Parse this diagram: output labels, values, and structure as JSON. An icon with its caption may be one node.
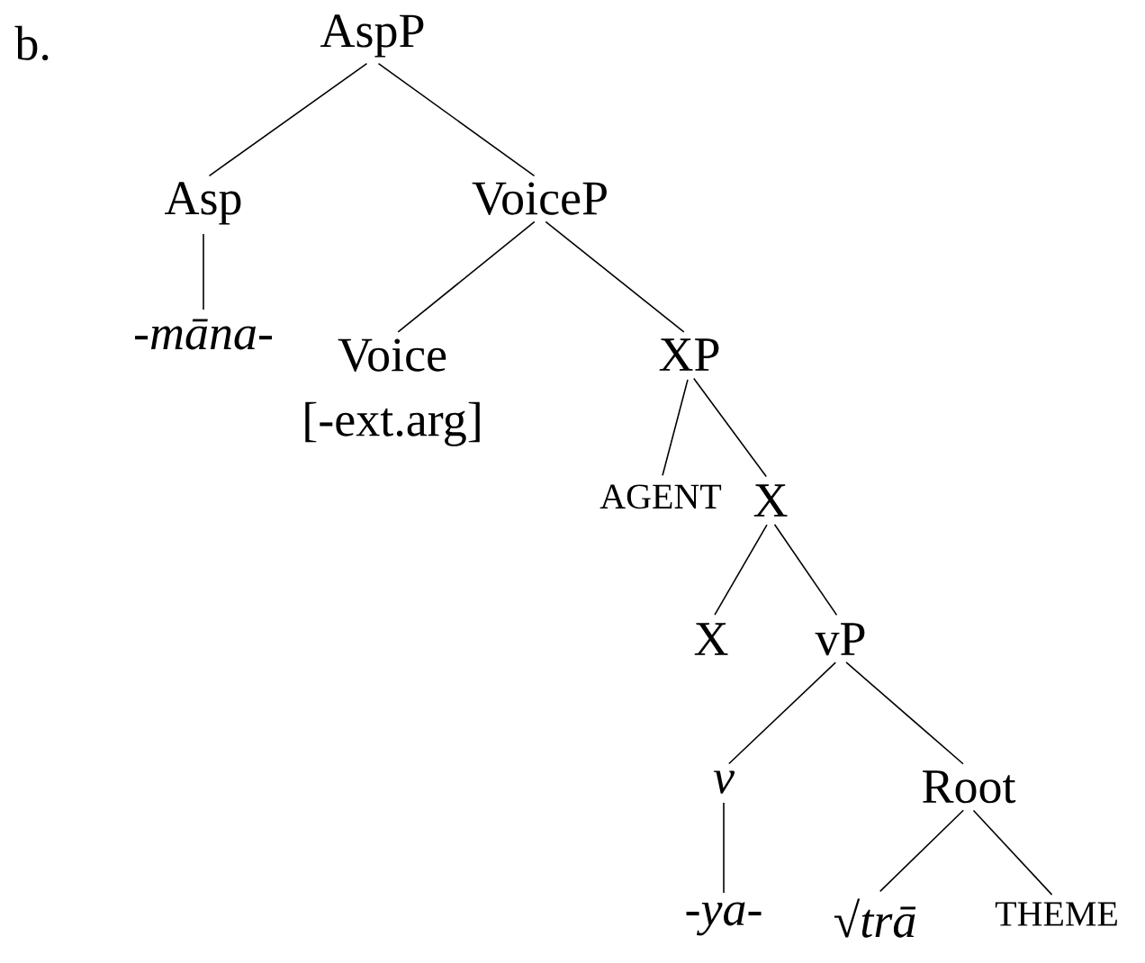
{
  "diagram": {
    "nodes": [
      {
        "text": [
          "AspP"
        ]
      },
      {
        "text": [
          "Asp"
        ]
      },
      {
        "text": [
          "VoiceP"
        ]
      },
      {
        "text": [
          "-māna-"
        ]
      },
      {
        "text": [
          "Voice",
          "[-ext.arg]"
        ]
      },
      {
        "text": [
          "XP"
        ]
      },
      {
        "text": [
          "AGENT"
        ]
      },
      {
        "text": [
          "X"
        ]
      },
      {
        "text": [
          "X"
        ]
      },
      {
        "text": [
          "vP"
        ]
      },
      {
        "text": [
          "v"
        ]
      },
      {
        "text": [
          "Root"
        ]
      },
      {
        "text": [
          "-ya-"
        ]
      },
      {
        "text": [
          "√*trā*"
        ]
      },
      {
        "text": [
          "THEME"
        ]
      }
    ],
    "edges": [
      {
        "from": 0,
        "to": 1,
        "arrow": "none"
      },
      {
        "from": 0,
        "to": 2,
        "arrow": "none"
      },
      {
        "from": 1,
        "to": 3,
        "arrow": "none"
      },
      {
        "from": 2,
        "to": 4,
        "arrow": "none"
      },
      {
        "from": 2,
        "to": 5,
        "arrow": "none"
      },
      {
        "from": 5,
        "to": 6,
        "arrow": "none"
      },
      {
        "from": 5,
        "to": 7,
        "arrow": "none"
      },
      {
        "from": 7,
        "to": 8,
        "arrow": "none"
      },
      {
        "from": 7,
        "to": 9,
        "arrow": "none"
      },
      {
        "from": 9,
        "to": 10,
        "arrow": "none"
      },
      {
        "from": 9,
        "to": 11,
        "arrow": "none"
      },
      {
        "from": 10,
        "to": 12,
        "arrow": "none"
      },
      {
        "from": 11,
        "to": 13,
        "arrow": "none"
      },
      {
        "from": 11,
        "to": 14,
        "arrow": "none"
      }
    ],
    "labels": [
      "b."
    ]
  }
}
